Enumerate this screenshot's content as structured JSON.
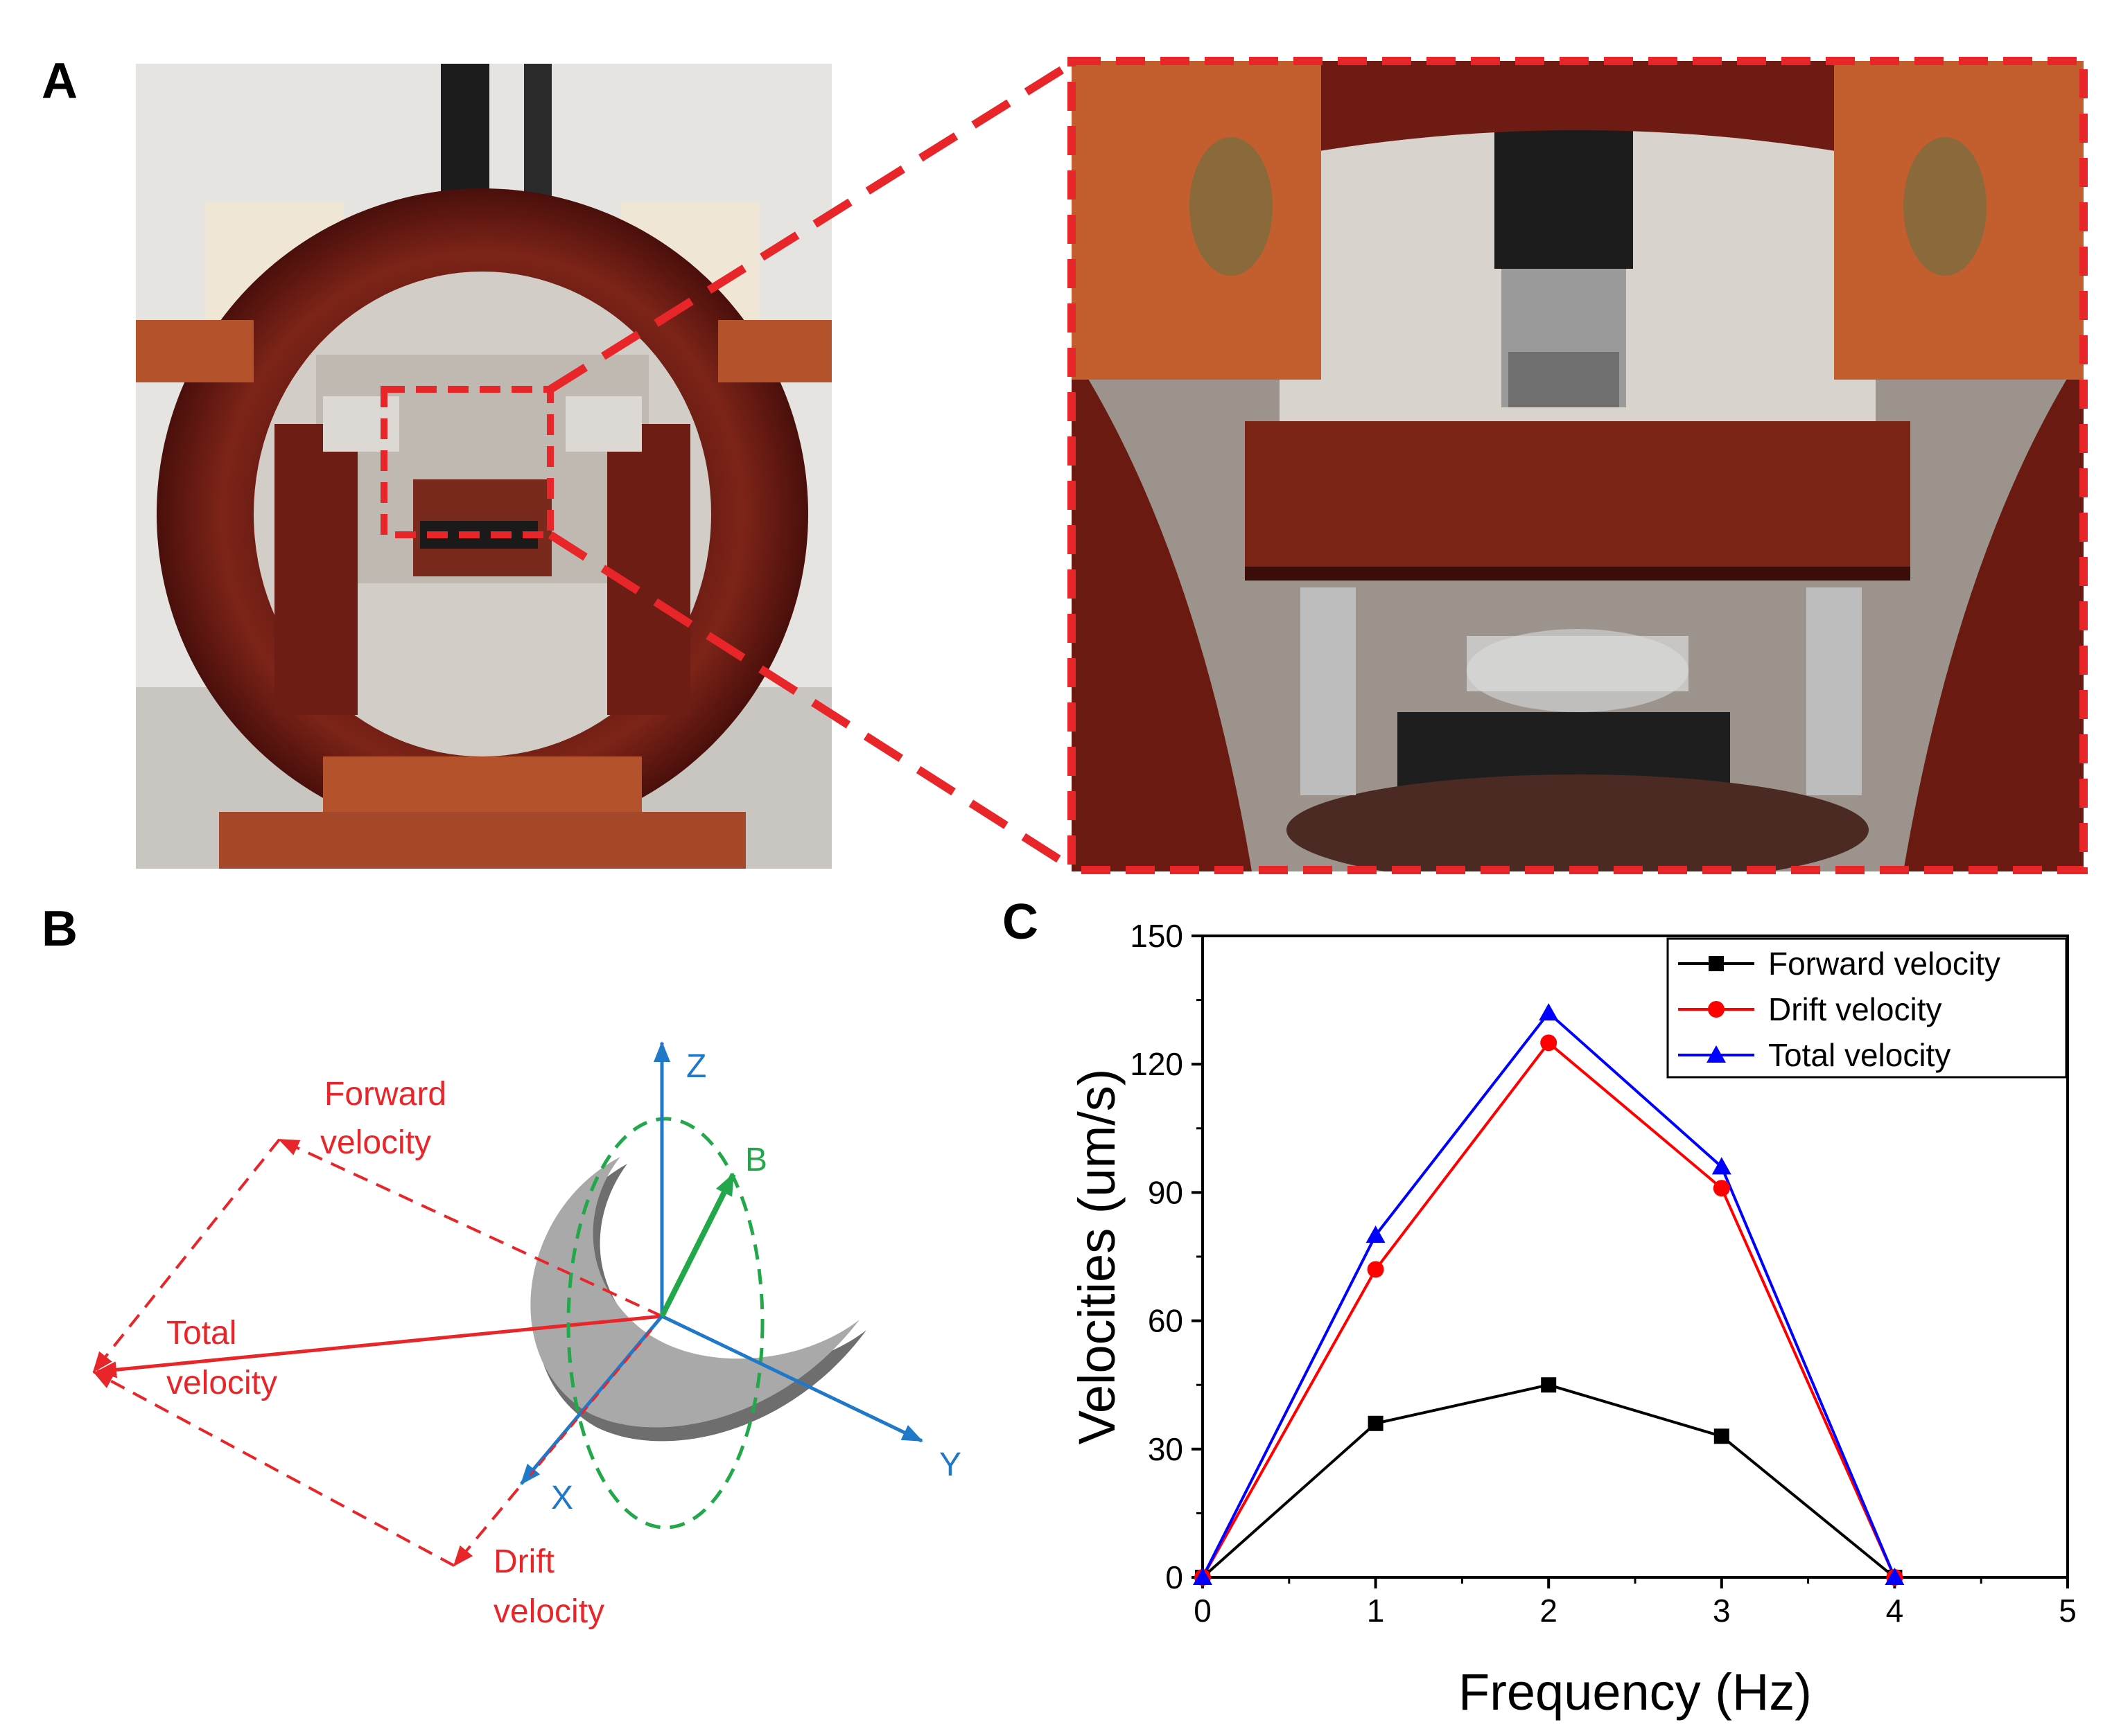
{
  "panels": {
    "a_label": "A",
    "b_label": "B",
    "c_label": "C"
  },
  "diagram": {
    "forward_velocity": [
      "Forward",
      "velocity"
    ],
    "total_velocity": [
      "Total",
      "velocity"
    ],
    "drift_velocity": [
      "Drift",
      "velocity"
    ],
    "axis_z": "Z",
    "axis_y": "Y",
    "axis_x": "X",
    "field_b": "B",
    "colors": {
      "velocity": "#e8262a",
      "axes": "#1f78c8",
      "field": "#22a84a"
    }
  },
  "chart_data": {
    "type": "line",
    "xlabel": "Frequency (Hz)",
    "ylabel": "Velocities (um/s)",
    "xlim": [
      0,
      5
    ],
    "ylim": [
      0,
      150
    ],
    "xticks": [
      0,
      1,
      2,
      3,
      4,
      5
    ],
    "yticks": [
      0,
      30,
      60,
      90,
      120,
      150
    ],
    "legend_position": "top-right",
    "grid": false,
    "x": [
      0,
      1,
      2,
      3,
      4
    ],
    "series": [
      {
        "name": "Forward velocity",
        "values": [
          0,
          36,
          45,
          33,
          0
        ],
        "color": "#000000",
        "marker": "square"
      },
      {
        "name": "Drift velocity",
        "values": [
          0,
          72,
          125,
          91,
          0
        ],
        "color": "#ff0000",
        "marker": "circle"
      },
      {
        "name": "Total velocity",
        "values": [
          0,
          80,
          132,
          96,
          0
        ],
        "color": "#0000ff",
        "marker": "triangle"
      }
    ]
  }
}
